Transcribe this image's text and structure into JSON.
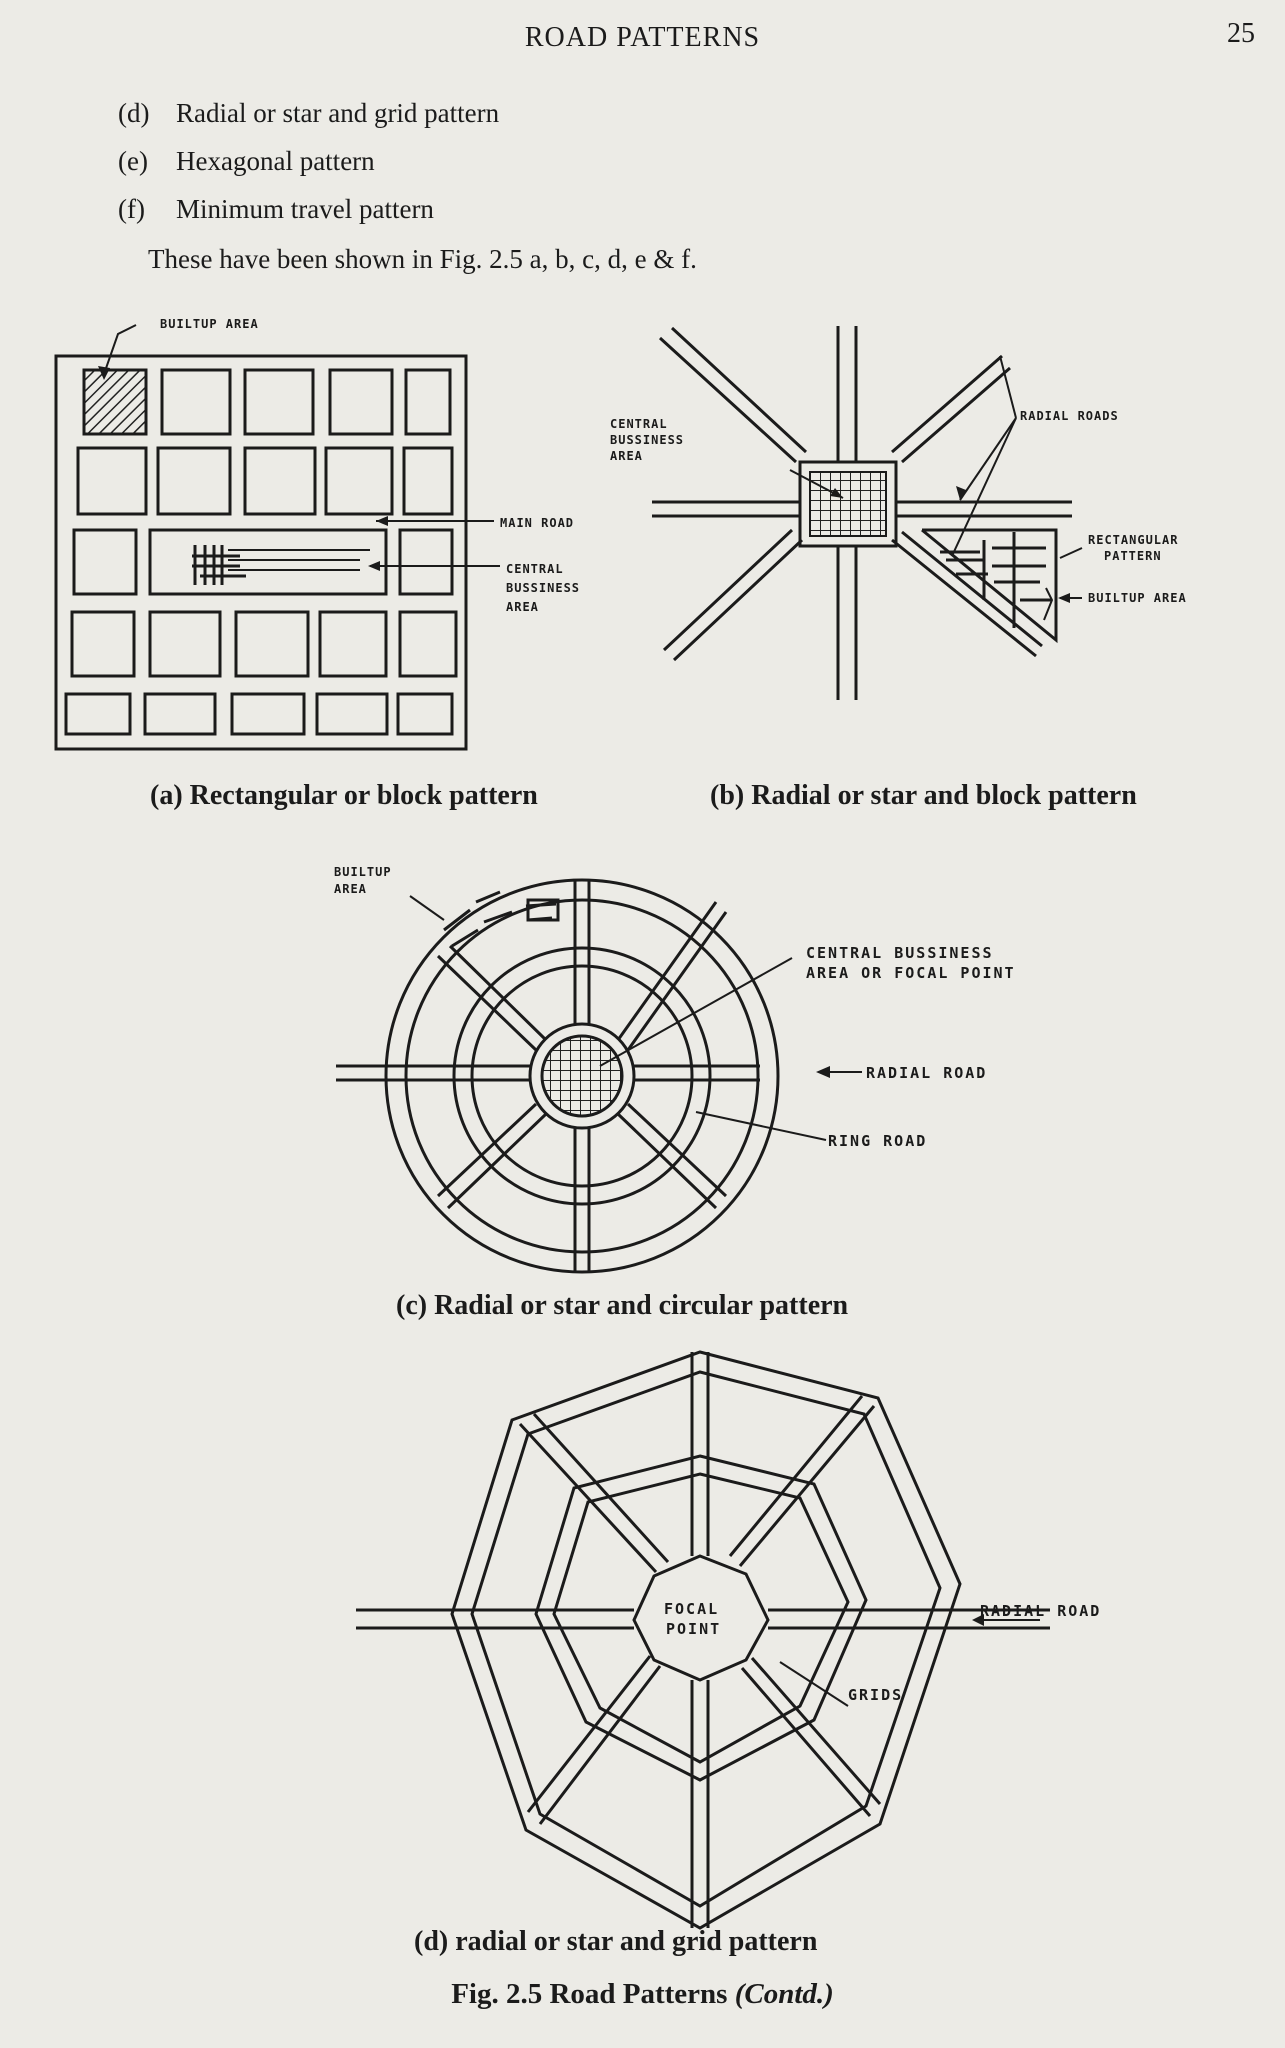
{
  "header": {
    "title": "ROAD PATTERNS",
    "page_number": "25"
  },
  "list": [
    {
      "marker": "(d)",
      "text": "Radial or star and grid pattern"
    },
    {
      "marker": "(e)",
      "text": "Hexagonal pattern"
    },
    {
      "marker": "(f)",
      "text": "Minimum travel pattern"
    }
  ],
  "intro": "These have been shown in Fig. 2.5 a, b, c, d, e & f.",
  "figure_a": {
    "caption": "(a) Rectangular or block pattern",
    "labels": {
      "builtup": "BUILTUP AREA",
      "main_road": "MAIN ROAD",
      "cbd_line1": "CENTRAL",
      "cbd_line2": "BUSSINESS",
      "cbd_line3": "AREA"
    }
  },
  "figure_b": {
    "caption": "(b) Radial or star and block pattern",
    "labels": {
      "cbd_line1": "CENTRAL",
      "cbd_line2": "BUSSINESS",
      "cbd_line3": "AREA",
      "radial": "RADIAL ROADS",
      "rect_line1": "RECTANGULAR",
      "rect_line2": "PATTERN",
      "builtup": "BUILTUP AREA"
    }
  },
  "figure_c": {
    "caption": "(c) Radial or star and circular pattern",
    "labels": {
      "builtup_line1": "BUILTUP",
      "builtup_line2": "AREA",
      "cbd_line1": "CENTRAL BUSSINESS",
      "cbd_line2": "AREA OR FOCAL POINT",
      "radial": "RADIAL ROAD",
      "ring": "RING ROAD"
    }
  },
  "figure_d": {
    "caption": "(d) radial or star and grid pattern",
    "labels": {
      "focal_line1": "FOCAL",
      "focal_line2": "POINT",
      "radial": "RADIAL ROAD",
      "grids": "GRIDS"
    }
  },
  "figure_caption": {
    "main": "Fig. 2.5 Road Patterns",
    "contd": "(Contd.)"
  }
}
